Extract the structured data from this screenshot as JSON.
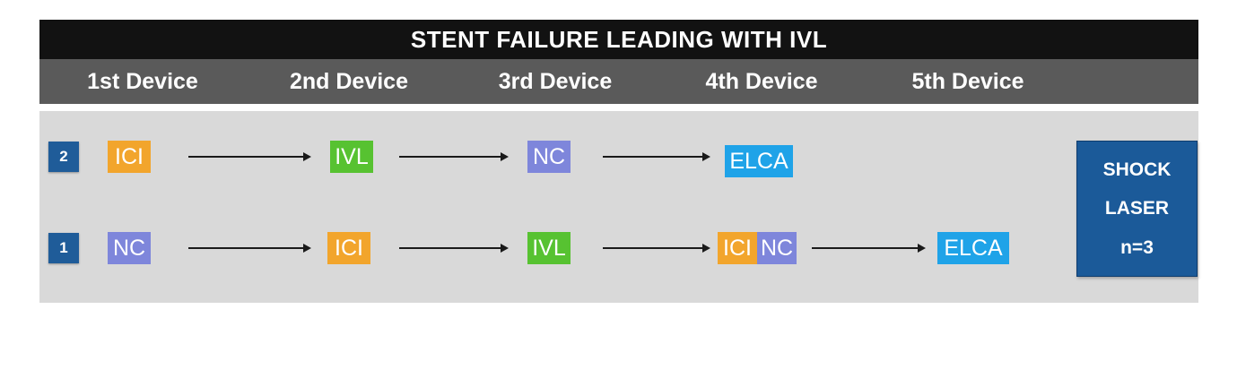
{
  "title": "STENT FAILURE LEADING WITH IVL",
  "columns": [
    "1st Device",
    "2nd Device",
    "3rd Device",
    "4th Device",
    "5th Device"
  ],
  "colors": {
    "title_bar": "#121212",
    "header_bar": "#5a5a5a",
    "content_background": "#d9d9d9",
    "ici_badge": "#f2a52c",
    "ivl_badge": "#57c231",
    "nc_badge": "#7e86db",
    "elca_badge": "#1fa3e8",
    "count_badge": "#1f5c99",
    "summary_box": "#1b5a99",
    "arrow": "#1a1a1a"
  },
  "rows": [
    {
      "count": "2",
      "devices": [
        {
          "label": "ICI"
        },
        {
          "label": "IVL"
        },
        {
          "label": "NC"
        },
        {
          "label": "ELCA"
        }
      ]
    },
    {
      "count": "1",
      "devices": [
        {
          "label": "NC"
        },
        {
          "label": "ICI"
        },
        {
          "label": "IVL"
        },
        {
          "label": "ICI"
        },
        {
          "label": "NC"
        },
        {
          "label": "ELCA"
        }
      ]
    }
  ],
  "summary": {
    "lines": [
      "SHOCK",
      "LASER",
      "n=3"
    ]
  }
}
